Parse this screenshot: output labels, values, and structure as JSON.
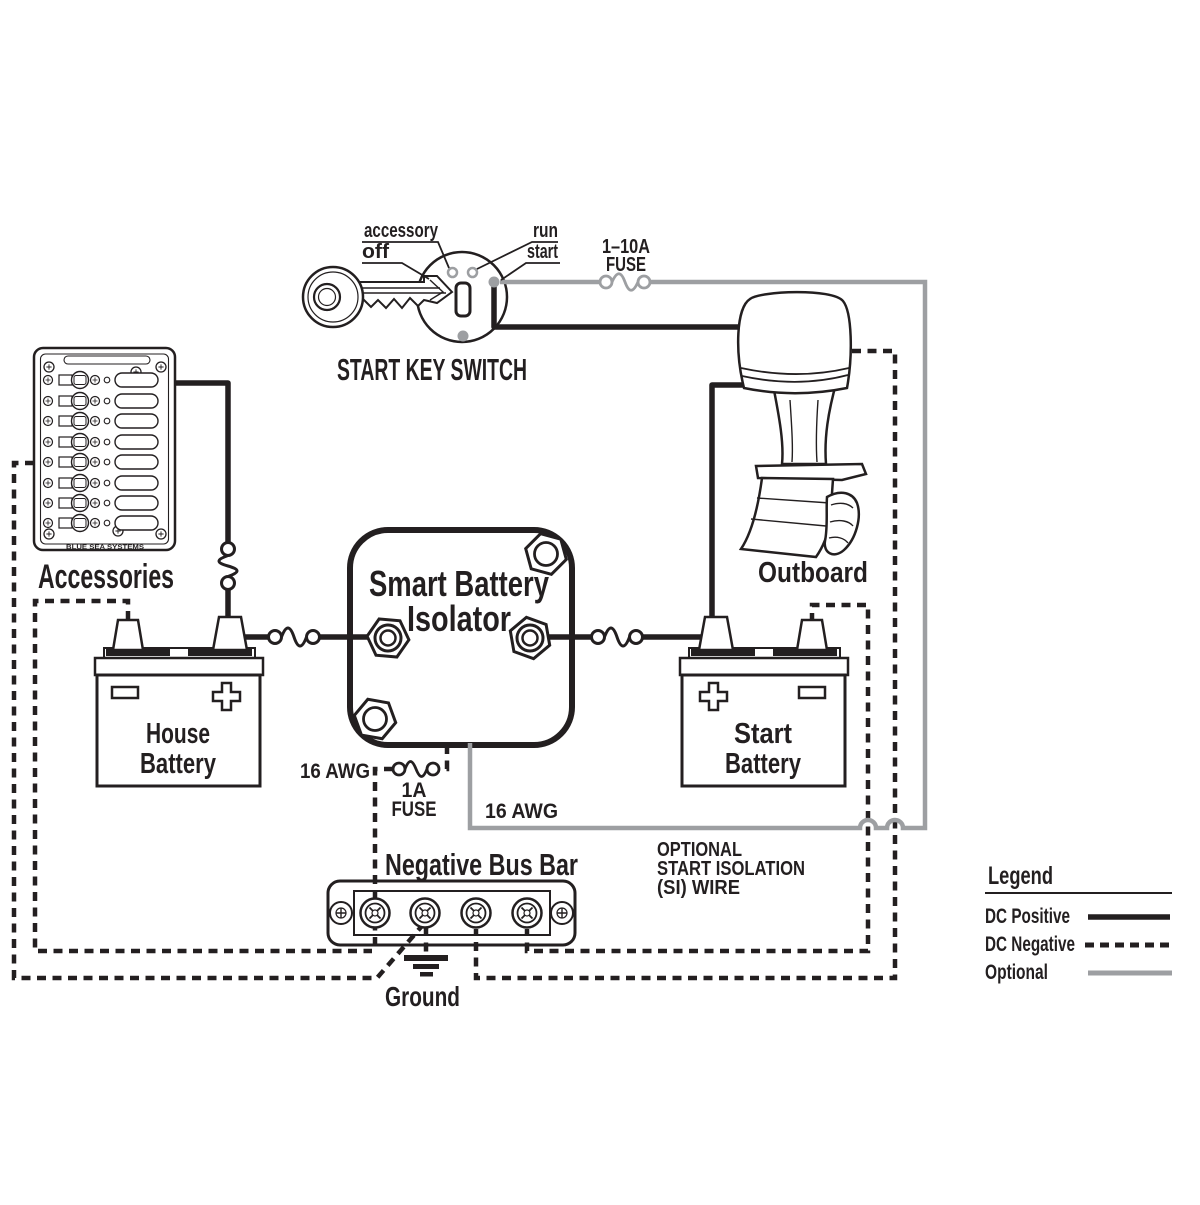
{
  "colors": {
    "ink": "#231f20",
    "optional_gray": "#9d9fa2",
    "background": "#ffffff"
  },
  "key_switch": {
    "label": "START KEY SWITCH",
    "positions": [
      "accessory",
      "off",
      "run",
      "start"
    ],
    "fuse": {
      "amperage": "1–10A",
      "label": "FUSE"
    }
  },
  "components": {
    "accessories": {
      "label": "Accessories",
      "brand": "BLUE SEA SYSTEMS"
    },
    "house_battery": {
      "label": [
        "House",
        "Battery"
      ]
    },
    "start_battery": {
      "label": [
        "Start",
        "Battery"
      ]
    },
    "isolator": {
      "label": [
        "Smart Battery",
        "Isolator"
      ]
    },
    "outboard": {
      "label": "Outboard"
    },
    "bus_bar": {
      "label": "Negative Bus Bar"
    },
    "ground": {
      "label": "Ground"
    }
  },
  "wire_labels": {
    "isolator_negative_awg": "16 AWG",
    "isolator_fuse": {
      "amperage": "1A",
      "label": "FUSE"
    },
    "si_wire_awg": "16 AWG",
    "si_wire_note": [
      "OPTIONAL",
      "START ISOLATION",
      "(SI) WIRE"
    ]
  },
  "legend": {
    "title": "Legend",
    "items": [
      {
        "label": "DC Positive",
        "style": "solid-black"
      },
      {
        "label": "DC Negative",
        "style": "dashed-black"
      },
      {
        "label": "Optional",
        "style": "solid-gray"
      }
    ]
  }
}
